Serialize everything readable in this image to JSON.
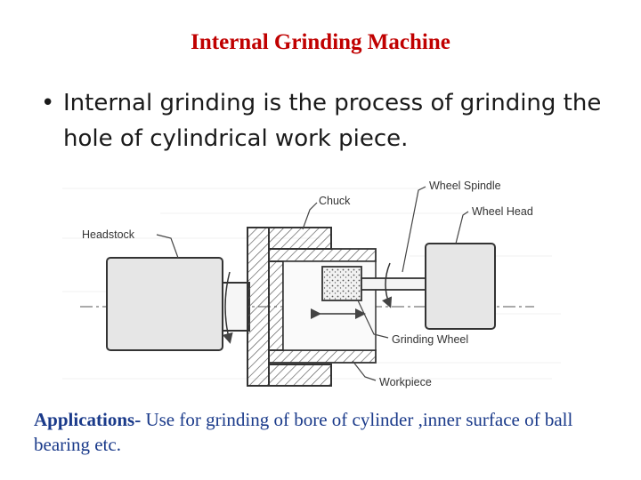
{
  "slide": {
    "title": "Internal Grinding Machine",
    "bullet_symbol": "•",
    "bullet_text": "Internal grinding is the process of grinding the hole of cylindrical work piece."
  },
  "diagram": {
    "labels": {
      "headstock": "Headstock",
      "chuck": "Chuck",
      "wheel_spindle": "Wheel Spindle",
      "wheel_head": "Wheel Head",
      "grinding_wheel": "Grinding Wheel",
      "workpiece": "Workpiece"
    }
  },
  "applications": {
    "label": "Applications-",
    "text": " Use for grinding of bore of cylinder ,inner surface of ball bearing etc."
  }
}
